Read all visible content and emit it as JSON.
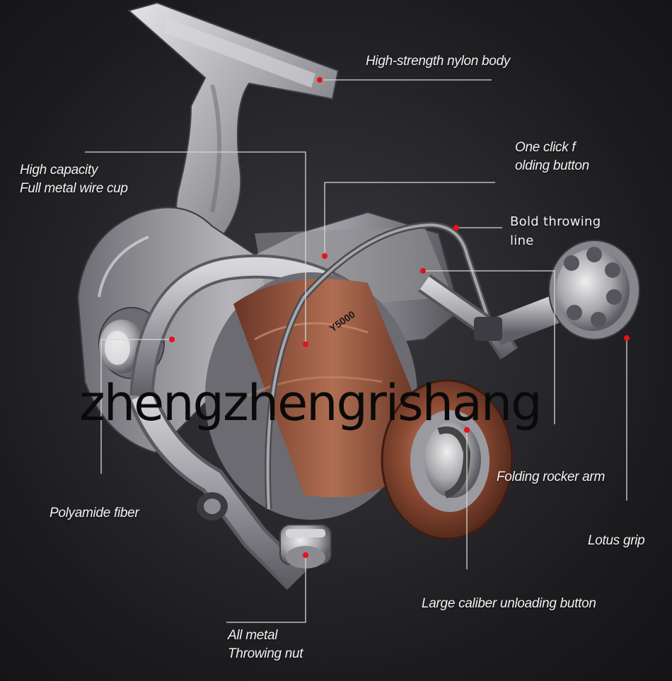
{
  "labels": {
    "nylon_body": "High-strength nylon body",
    "wire_cup_line1": "High capacity",
    "wire_cup_line2": "Full metal wire cup",
    "folding_button_line1": "One click f",
    "folding_button_line2": "olding button",
    "throwing_line_line1": "Bold throwing",
    "throwing_line_line2": "line",
    "polyamide": "Polyamide fiber",
    "rocker_arm": "Folding rocker arm",
    "lotus_grip": "Lotus grip",
    "unloading_button": "Large caliber unloading button",
    "throwing_nut_line1": "All metal",
    "throwing_nut_line2": "Throwing nut"
  },
  "spool_text": "Y5000",
  "watermark": "zhengzhengrishang",
  "colors": {
    "background": "#2a2a2e",
    "leader_line": "#d8d8d8",
    "marker_dot": "#e8101a",
    "spool_copper": "#8a4a35",
    "reel_silver": "#b9b9bd"
  }
}
